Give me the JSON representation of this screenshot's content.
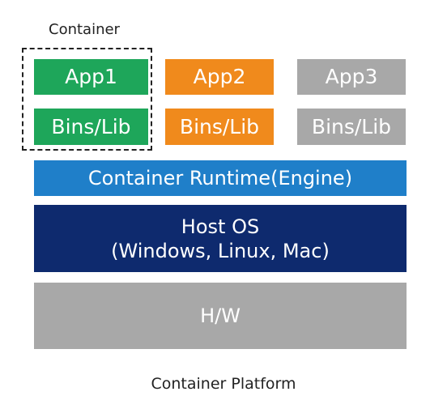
{
  "container_label": "Container",
  "apps": [
    {
      "app": "App1",
      "lib": "Bins/Lib",
      "color": "#1ea65a"
    },
    {
      "app": "App2",
      "lib": "Bins/Lib",
      "color": "#f08a1c"
    },
    {
      "app": "App3",
      "lib": "Bins/Lib",
      "color": "#a8a8a8"
    }
  ],
  "runtime": {
    "label": "Container Runtime(Engine)",
    "color": "#1f7fc9"
  },
  "host_os": {
    "line1": "Host OS",
    "line2": "(Windows, Linux, Mac)",
    "color": "#0e2a6e"
  },
  "hardware": {
    "label": "H/W",
    "color": "#a8a8a8"
  },
  "caption": "Container Platform"
}
